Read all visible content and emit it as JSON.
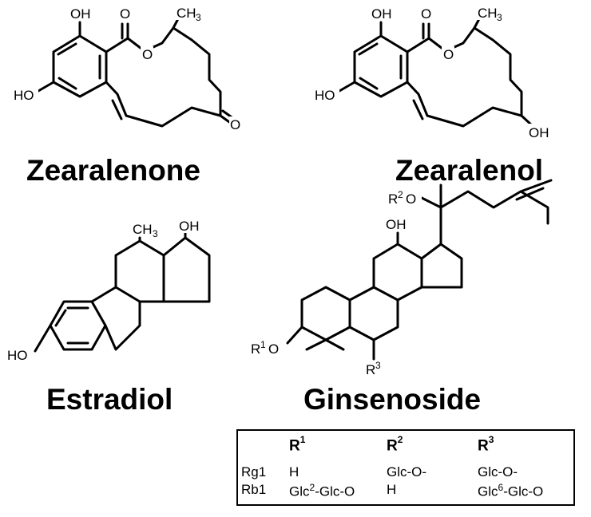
{
  "compounds": [
    {
      "name": "Zearalenone"
    },
    {
      "name": "Zearalenol"
    },
    {
      "name": "Estradiol"
    },
    {
      "name": "Ginsenoside"
    }
  ],
  "atom_labels": {
    "oh": "OH",
    "ho": "HO",
    "ch": "CH",
    "three": "3",
    "o": "O",
    "r": "R",
    "one": "1",
    "two": "2"
  },
  "r_table": {
    "columns": [
      "R",
      "R",
      "R"
    ],
    "column_sups": [
      "1",
      "2",
      "3"
    ],
    "rows": [
      {
        "id": "Rg1",
        "r1": "H",
        "r2": "Glc-O-",
        "r3": "Glc-O-"
      },
      {
        "id": "Rb1",
        "r1_pre": "Glc",
        "r1_sup": "2",
        "r1_post": "-Glc-O",
        "r2": "H",
        "r3_pre": "Glc",
        "r3_sup": "6",
        "r3_post": "-Glc-O"
      }
    ]
  }
}
